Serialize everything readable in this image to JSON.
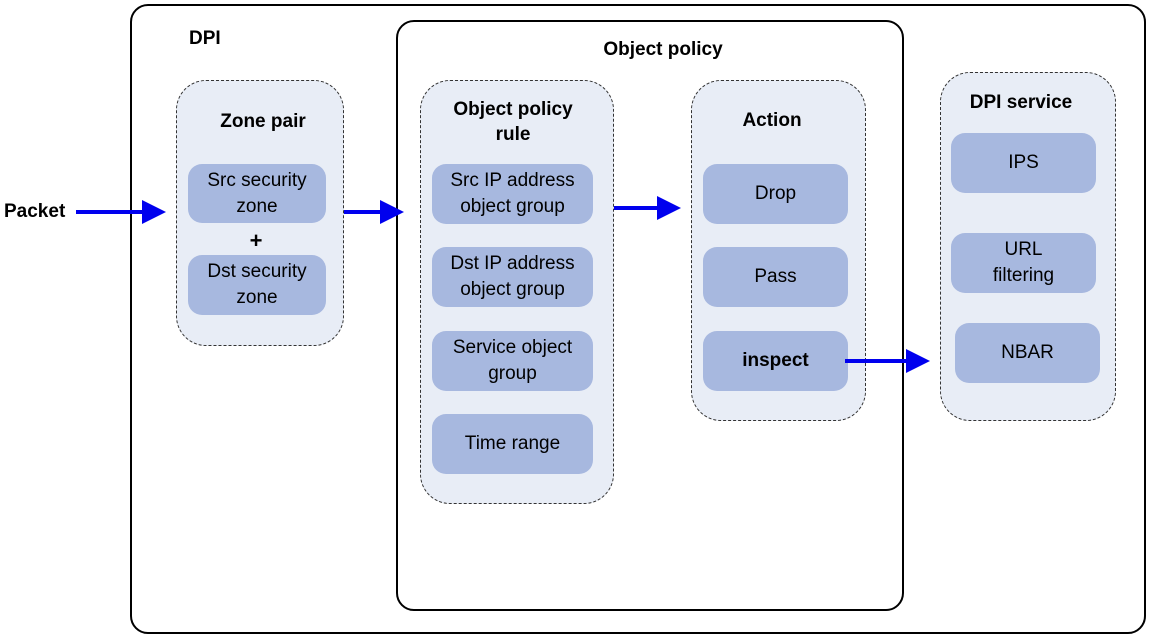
{
  "packet_label": "Packet",
  "dpi": {
    "title": "DPI"
  },
  "object_policy": {
    "title": "Object policy"
  },
  "zone_pair": {
    "title": "Zone pair",
    "src": "Src security\nzone",
    "plus": "+",
    "dst": "Dst security\nzone"
  },
  "object_policy_rule": {
    "title": "Object policy\nrule",
    "items": [
      "Src IP address\nobject group",
      "Dst IP address\nobject group",
      "Service object\ngroup",
      "Time range"
    ]
  },
  "action": {
    "title": "Action",
    "items": [
      "Drop",
      "Pass",
      "inspect"
    ]
  },
  "dpi_service": {
    "title": "DPI service",
    "items": [
      "IPS",
      "URL\nfiltering",
      "NBAR"
    ]
  },
  "colors": {
    "arrow": "#0000ee",
    "node_fill": "#a7b8df",
    "group_fill": "#e8edf6"
  }
}
